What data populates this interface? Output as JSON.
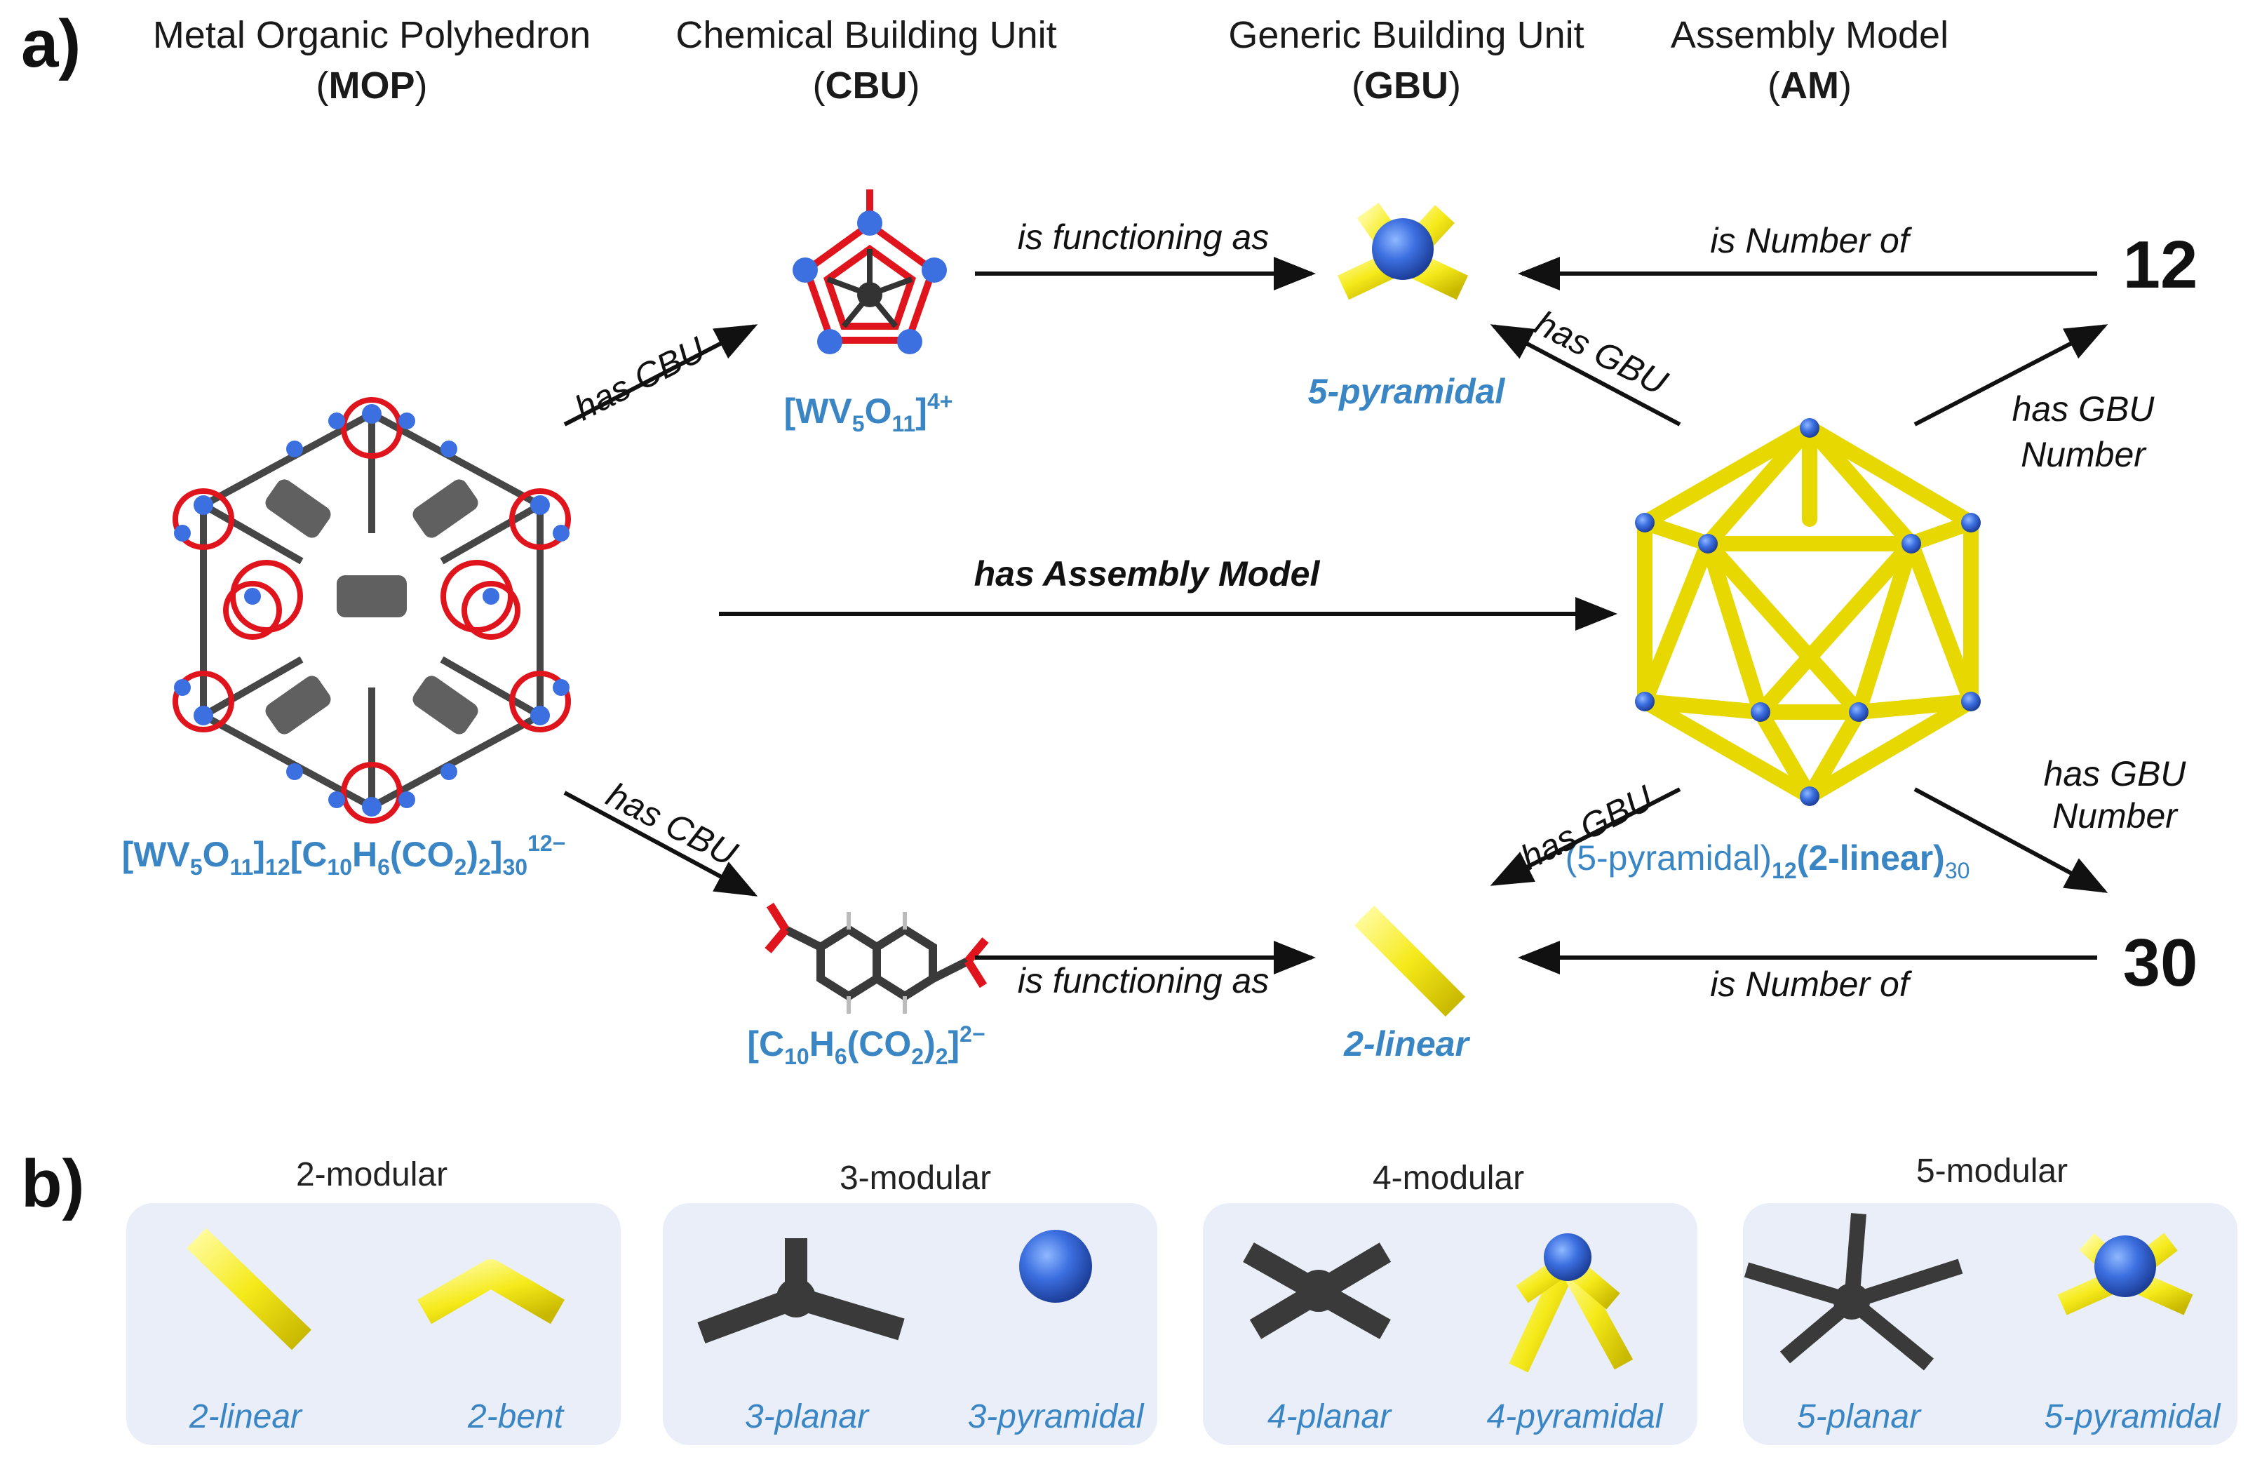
{
  "panel_a_label": "a)",
  "panel_b_label": "b)",
  "headers": {
    "mop_title": "Metal Organic Polyhedron",
    "mop_abbr": "MOP",
    "cbu_title": "Chemical Building Unit",
    "cbu_abbr": "CBU",
    "gbu_title": "Generic Building Unit",
    "gbu_abbr": "GBU",
    "am_title": "Assembly Model",
    "am_abbr": "AM"
  },
  "relations": {
    "has_cbu": "has CBU",
    "is_functioning_as": "is functioning as",
    "is_number_of": "is Number of",
    "has_gbu": "has GBU",
    "has_gbu_number_1": "has GBU",
    "has_gbu_number_2": "Number",
    "has_assembly_model": "has Assembly Model"
  },
  "labels": {
    "cbu1_formula": "[WV5O11]4+",
    "cbu2_formula": "[C10H6(CO2)2]2−",
    "mop_formula": "[WV5O11]12[C10H6(CO2)2]3012−",
    "am_formula": "(5-pyramidal)12(2-linear)30",
    "gbu1_name": "5-pyramidal",
    "gbu2_name": "2-linear"
  },
  "numbers": {
    "count_12": "12",
    "count_30": "30"
  },
  "panel_b": {
    "groups": [
      {
        "title": "2-modular",
        "items": [
          "2-linear",
          "2-bent"
        ]
      },
      {
        "title": "3-modular",
        "items": [
          "3-planar",
          "3-pyramidal"
        ]
      },
      {
        "title": "4-modular",
        "items": [
          "4-planar",
          "4-pyramidal"
        ]
      },
      {
        "title": "5-modular",
        "items": [
          "5-planar",
          "5-pyramidal"
        ]
      }
    ]
  },
  "colors": {
    "accent_blue": "#3a86c4",
    "node_blue": "#3c6fe0",
    "rod_yellow": "#f5ea1a",
    "oxygen_red": "#e0141c",
    "carbon_dark": "#3a3a3a",
    "box_bg": "#e9eef8"
  }
}
